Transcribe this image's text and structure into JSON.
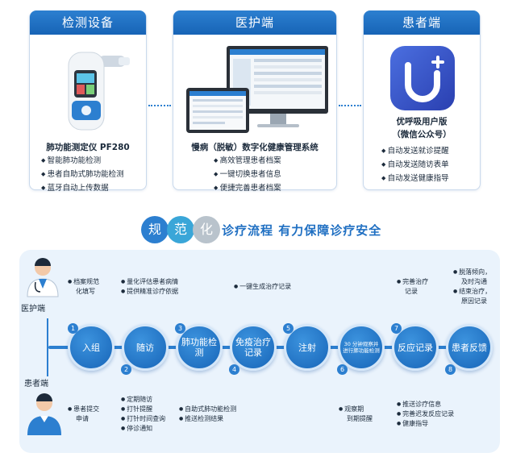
{
  "cards": [
    {
      "header": "检测设备",
      "title": "肺功能测定仪 PF280",
      "bullets": [
        "智能肺功能检测",
        "患者自助式肺功能检测",
        "蓝牙自动上传数据"
      ]
    },
    {
      "header": "医护端",
      "title": "慢病（脱敏）数字化健康管理系统",
      "bullets": [
        "高效管理患者档案",
        "一键切换患者信息",
        "便捷完善患者档案"
      ]
    },
    {
      "header": "患者端",
      "title": "优呼吸用户版",
      "subtitle": "（微信公众号）",
      "bullets": [
        "自动发送就诊提醒",
        "自动发送随访表单",
        "自动发送健康指导"
      ]
    }
  ],
  "banner": {
    "chars": [
      "规",
      "范",
      "化"
    ],
    "text": "诊疗流程  有力保障诊疗安全"
  },
  "roles": {
    "staff": "医护端",
    "patient": "患者端"
  },
  "steps": [
    {
      "num": "1",
      "label": "入组"
    },
    {
      "num": "2",
      "label": "随访"
    },
    {
      "num": "3",
      "label": "肺功能检测"
    },
    {
      "num": "4",
      "label": "免疫治疗记录"
    },
    {
      "num": "5",
      "label": "注射"
    },
    {
      "num": "6",
      "label": "30 分钟观察并进行肺功能检测"
    },
    {
      "num": "7",
      "label": "反应记录"
    },
    {
      "num": "8",
      "label": "患者反馈"
    }
  ],
  "staff_notes": [
    [
      "档案规范",
      "化填写"
    ],
    [
      "量化评估患者病情",
      "提供精准诊疗依据"
    ],
    [
      "一键生成治疗记录"
    ],
    [
      "完善治疗",
      "记录"
    ],
    [
      "脱落倾向，",
      "及时沟通",
      "结束治疗，",
      "原因记录"
    ]
  ],
  "patient_notes": [
    [
      "患者提交",
      "申请"
    ],
    [
      "定期随访",
      "打针提醒",
      "打针时间查询",
      "停诊通知"
    ],
    [
      "自助式肺功能检测",
      "推送检测结果"
    ],
    [
      "观察期",
      "到期提醒"
    ],
    [
      "推送诊疗信息",
      "完善迟发反应记录",
      "健康指导"
    ]
  ],
  "colors": {
    "primary": "#1f6fc2",
    "bubble_blue": "#2c7fd0",
    "bubble_cyan": "#3aa6d8",
    "bubble_gray": "#b9c3cc"
  }
}
